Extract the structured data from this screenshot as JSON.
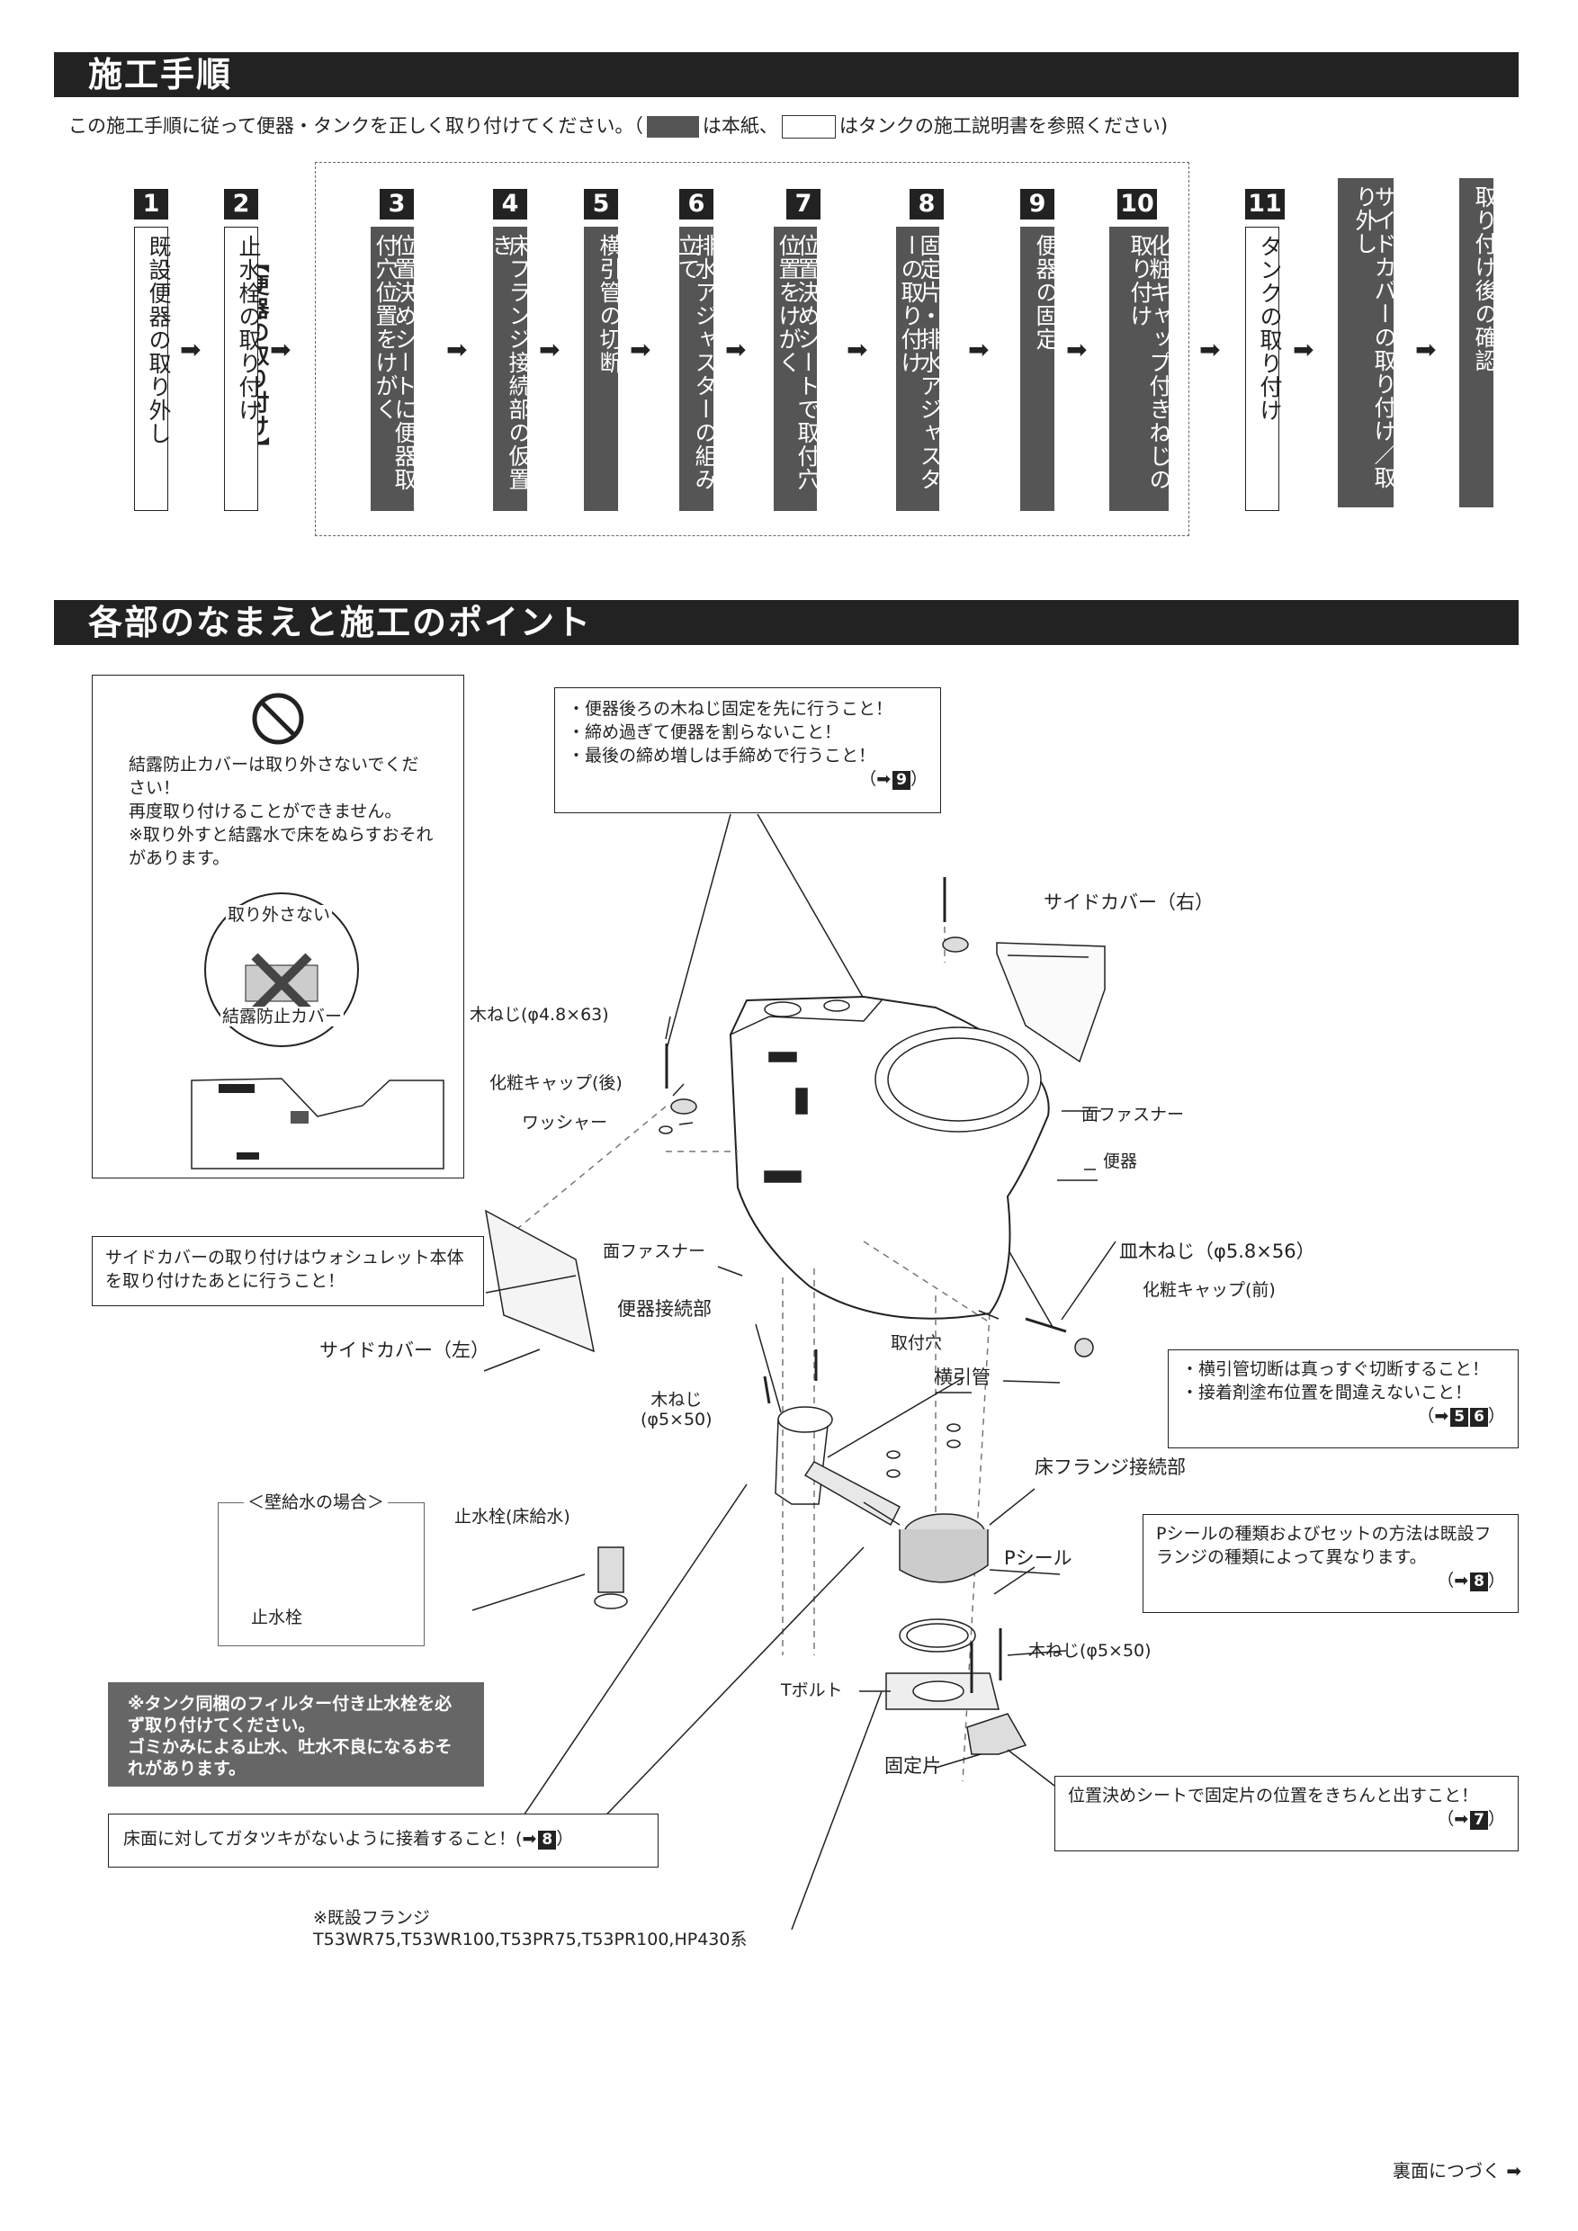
{
  "section1": {
    "title": "施工手順",
    "intro_before": "この施工手順に従って便器・タンクを正しく取り付けてください。（",
    "intro_mid": "は本紙、",
    "intro_after": "はタンクの施工説明書を参照ください)",
    "group_label": "【便器の取り付け】",
    "steps": [
      {
        "num": "1",
        "text": "既設便器の取り外し"
      },
      {
        "num": "2",
        "text": "止水栓の取り付け"
      },
      {
        "num": "3",
        "text": "位置決めシートに便器取付穴位置をけがく"
      },
      {
        "num": "4",
        "text": "床フランジ接続部の仮置き"
      },
      {
        "num": "5",
        "text": "横引管の切断"
      },
      {
        "num": "6",
        "text": "排水アジャスターの組み立て"
      },
      {
        "num": "7",
        "text": "位置決めシートで取付穴位置をけがく"
      },
      {
        "num": "8",
        "text": "固定片・排水アジャスターの取り付け"
      },
      {
        "num": "9",
        "text": "便器の固定"
      },
      {
        "num": "10",
        "text": "化粧キャップ付きねじの取り付け"
      },
      {
        "num": "11",
        "text": "タンクの取り付け"
      },
      {
        "num": "",
        "text": "サイドカバーの取り付け／取り外し"
      },
      {
        "num": "",
        "text": "取り付け後の確認"
      }
    ]
  },
  "section2": {
    "title": "各部のなまえと施工のポイント",
    "warning_box": {
      "text": "結露防止カバーは取り外さないでください！\n再度取り付けることができません。\n※取り外すと結露水で床をぬらすおそれがあります。",
      "callout": "取り外さない",
      "cover_label": "結露防止カバー"
    },
    "top_note": {
      "lines": [
        "・便器後ろの木ねじ固定を先に行うこと！",
        "・締め過ぎて便器を割らないこと！",
        "・最後の締め増しは手締めで行うこと！"
      ],
      "ref_prefix": "（➡",
      "ref": "9",
      "ref_suffix": "）"
    },
    "side_cover_note": "サイドカバーの取り付けはウォシュレット本体を取り付けたあとに行うこと！",
    "pipe_note": {
      "lines": [
        "・横引管切断は真っすぐ切断すること！",
        "・接着剤塗布位置を間違えないこと！"
      ],
      "ref_prefix": "（➡",
      "refs": [
        "5",
        "6"
      ],
      "ref_suffix": "）"
    },
    "pseal_note": {
      "text": "Pシールの種類およびセットの方法は既設フランジの種類によって異なります。",
      "ref_prefix": "（➡",
      "ref": "8",
      "ref_suffix": "）"
    },
    "wall_supply_title": "＜壁給水の場合＞",
    "wall_valve_label": "止水栓",
    "filter_note": "※タンク同梱のフィルター付き止水栓を必ず取り付けてください。\nゴミかみによる止水、吐水不良になるおそれがあります。",
    "floor_note": {
      "text": "床面に対してガタツキがないように接着すること！(",
      "ref_prefix": "➡",
      "ref": "8",
      "ref_suffix": "）"
    },
    "fixing_note": {
      "text": "位置決めシートで固定片の位置をきちんと出すこと！",
      "ref_prefix": "（➡",
      "ref": "7",
      "ref_suffix": "）"
    },
    "existing_flange": "※既設フランジ\nT53WR75,T53WR100,T53PR75,T53PR100,HP430系",
    "labels": {
      "side_cover_right": "サイドカバー（右）",
      "side_cover_left": "サイドカバー（左）",
      "wood_screw_top": "木ねじ(φ4.8×63)",
      "cap_rear": "化粧キャップ(後)",
      "washer": "ワッシャー",
      "hook_fastener_1": "面ファスナー",
      "hook_fastener_2": "面ファスナー",
      "toilet": "便器",
      "flat_screw": "皿木ねじ（φ5.8×56）",
      "cap_front": "化粧キャップ(前)",
      "mount_hole": "取付穴",
      "toilet_connection": "便器接続部",
      "wood_screw_mid": "木ねじ\n(φ5×50)",
      "horizontal_pipe": "横引管",
      "floor_flange": "床フランジ接続部",
      "p_seal": "Pシール",
      "valve_floor": "止水栓(床給水)",
      "wood_screw_bottom": "木ねじ(φ5×50)",
      "t_bolt": "Tボルト",
      "fixing_piece": "固定片"
    }
  },
  "footer": "裏面につづく ➡"
}
